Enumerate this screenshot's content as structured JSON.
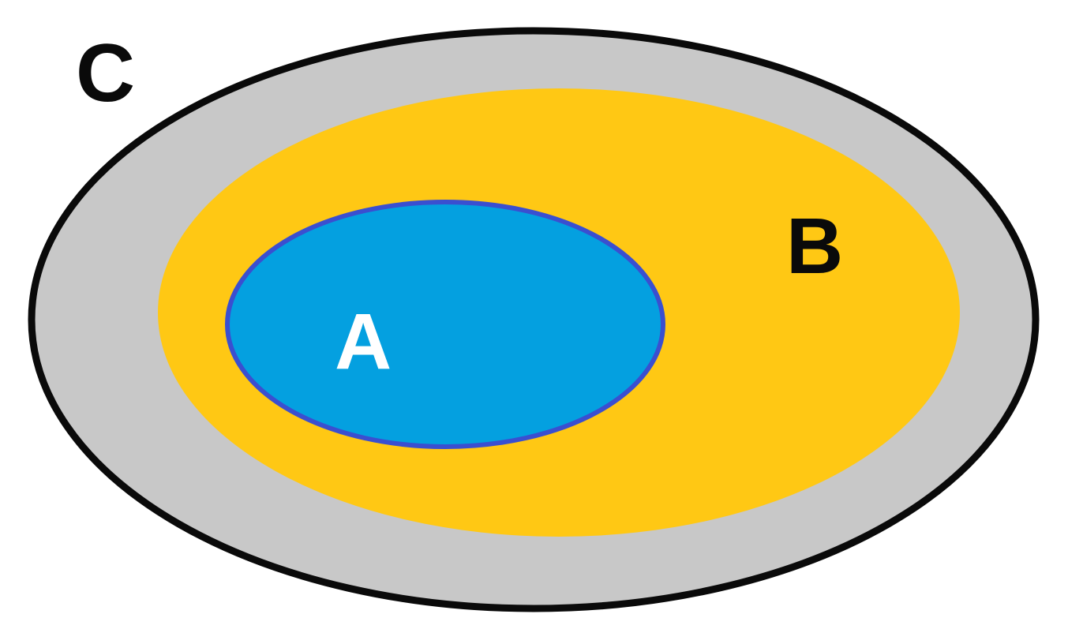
{
  "diagram": {
    "type": "nested-sets",
    "sets": [
      {
        "id": "C",
        "label": "C",
        "fill": "#c8c8c8",
        "stroke": "#0a0a0a",
        "label_color": "#0a0a0a",
        "contains": [
          "B"
        ]
      },
      {
        "id": "B",
        "label": "B",
        "fill": "#ffc814",
        "stroke": "none",
        "label_color": "#0a0a0a",
        "contains": [
          "A"
        ]
      },
      {
        "id": "A",
        "label": "A",
        "fill": "#04a0e0",
        "stroke": "#3a4fd0",
        "label_color": "#ffffff",
        "contains": []
      }
    ],
    "background": "#ffffff"
  }
}
